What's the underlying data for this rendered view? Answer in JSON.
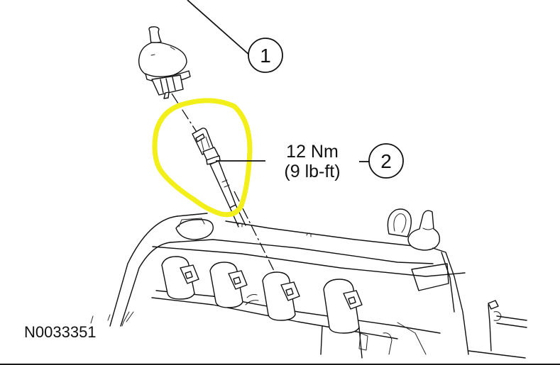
{
  "diagram": {
    "type": "exploded-view service illustration",
    "figure_id": "N0033351",
    "callouts": [
      {
        "number": "1",
        "target": "sensor connector / cap"
      },
      {
        "number": "2",
        "target": "sensor"
      }
    ],
    "torque_spec": {
      "metric": "12 Nm",
      "imperial": "(9 lb-ft)"
    },
    "colors": {
      "line": "#111111",
      "highlight": "#f2ef1a",
      "background": "#ffffff"
    }
  }
}
